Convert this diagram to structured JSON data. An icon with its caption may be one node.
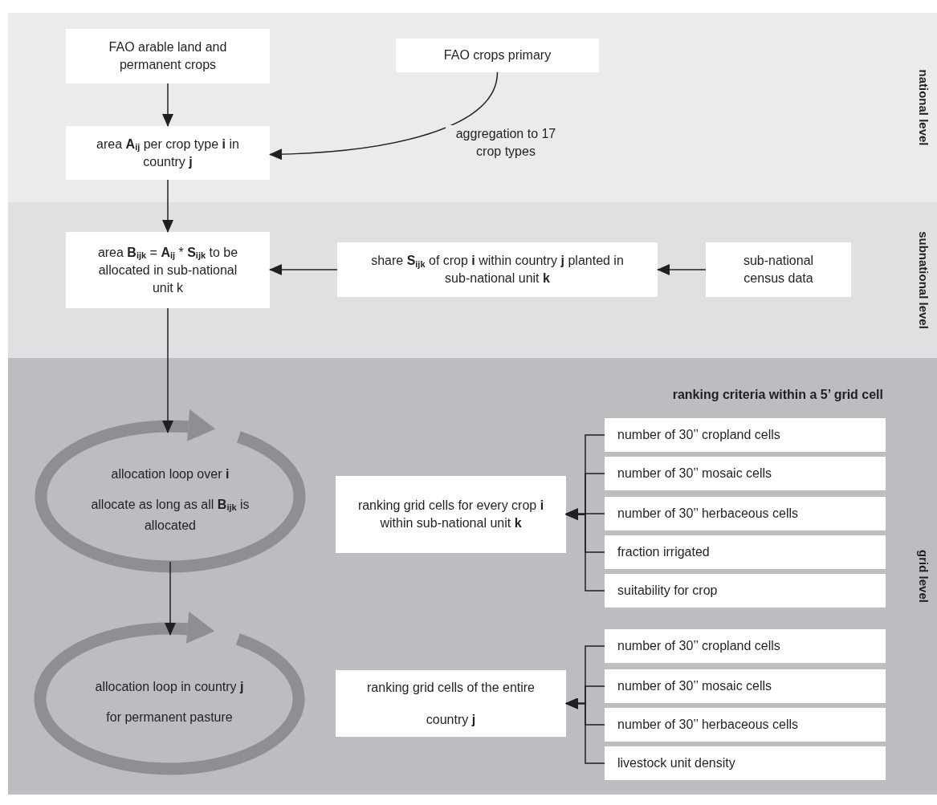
{
  "diagram": {
    "nodes": [
      {
        "text": [
          "national level"
        ]
      },
      {
        "text": [
          "FAO arable land and permanent crops"
        ],
        "in": 0
      },
      {
        "text": [
          "FAO crops primary"
        ],
        "in": 0
      },
      {
        "text": [
          "area **A**$_{ij}$ per crop type **i** in country **j**"
        ],
        "in": 0
      },
      {
        "text": [
          "subnational level"
        ]
      },
      {
        "text": [
          "area **B**$_{ijk}$ = **A**$_{ij}$ * **S**$_{ijk}$ to be allocated in sub-national unit k"
        ],
        "in": 4
      },
      {
        "text": [
          "share  **S**$_{ijk}$ of crop **i** within country **j** planted in sub-national unit **k**"
        ],
        "in": 4
      },
      {
        "text": [
          "sub-national census data"
        ],
        "in": 4
      },
      {
        "text": [
          "grid level"
        ]
      },
      {
        "text": [
          "allocation loop over **i**",
          "allocate as long as all **B**$_{ijk}$ is allocated"
        ],
        "in": 8
      },
      {
        "text": [
          "ranking grid cells for every crop **i** within sub-national unit **k**"
        ],
        "in": 8
      },
      {
        "text": [
          "number of 30’’ cropland cells"
        ],
        "in": 8
      },
      {
        "text": [
          "number of 30’’ mosaic cells"
        ],
        "in": 8
      },
      {
        "text": [
          "number of 30’’ herbaceous cells"
        ],
        "in": 8
      },
      {
        "text": [
          "fraction irrigated"
        ],
        "in": 8
      },
      {
        "text": [
          "suitability for crop"
        ],
        "in": 8
      },
      {
        "text": [
          "allocation loop in country **j**",
          "for permanent pasture"
        ],
        "in": 8
      },
      {
        "text": [
          "ranking grid cells of the entire country **j**"
        ],
        "in": 8
      },
      {
        "text": [
          "number of 30’’ cropland cells"
        ],
        "in": 8
      },
      {
        "text": [
          "number of 30’’ mosaic cells"
        ],
        "in": 8
      },
      {
        "text": [
          "number of 30’’ herbaceous cells"
        ],
        "in": 8
      },
      {
        "text": [
          "livestock unit density"
        ],
        "in": 8
      }
    ],
    "edges": [
      {
        "from": 1,
        "to": 3,
        "arrow": "to"
      },
      {
        "from": 2,
        "to": 3,
        "arrow": "to",
        "label": "aggregation to 17 crop types"
      },
      {
        "from": 3,
        "to": 5,
        "arrow": "to"
      },
      {
        "from": 6,
        "to": 5,
        "arrow": "to"
      },
      {
        "from": 7,
        "to": 6,
        "arrow": "to"
      },
      {
        "from": 5,
        "to": 9,
        "arrow": "to"
      },
      {
        "from": 9,
        "to": 16,
        "arrow": "to"
      },
      {
        "from": 11,
        "to": 10,
        "arrow": "to"
      },
      {
        "from": 12,
        "to": 10,
        "arrow": "to"
      },
      {
        "from": 13,
        "to": 10,
        "arrow": "to"
      },
      {
        "from": 14,
        "to": 10,
        "arrow": "to"
      },
      {
        "from": 15,
        "to": 10,
        "arrow": "to"
      },
      {
        "from": 18,
        "to": 17,
        "arrow": "to"
      },
      {
        "from": 19,
        "to": 17,
        "arrow": "to"
      },
      {
        "from": 20,
        "to": 17,
        "arrow": "to"
      },
      {
        "from": 21,
        "to": 17,
        "arrow": "to"
      }
    ],
    "labels": [
      "ranking criteria within a 5’ grid cell"
    ]
  }
}
